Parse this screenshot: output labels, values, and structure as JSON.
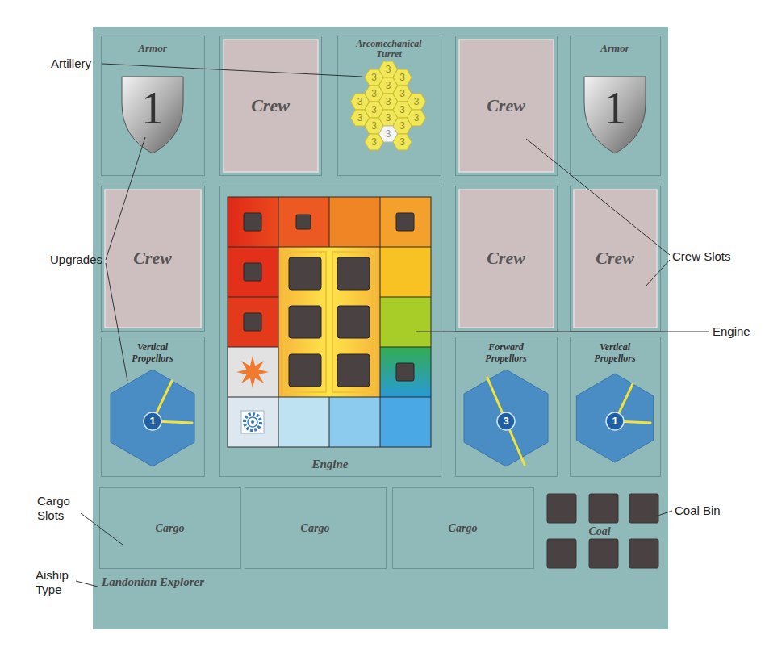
{
  "diagram": {
    "nodes": [
      {
        "text": [
          "Landonian Explorer"
        ]
      },
      {
        "text": [
          "Armor",
          "1"
        ],
        "in": 0
      },
      {
        "text": [
          "Crew"
        ],
        "in": 0
      },
      {
        "text": [
          "Arcomechanical Turret",
          "3",
          "3",
          "3",
          "3",
          "3",
          "3",
          "3",
          "3",
          "3",
          "3",
          "3",
          "3",
          "3",
          "3",
          "3",
          "3",
          "3",
          "3",
          "3"
        ],
        "in": 0
      },
      {
        "text": [
          "Crew"
        ],
        "in": 0
      },
      {
        "text": [
          "Armor",
          "1"
        ],
        "in": 0
      },
      {
        "text": [
          "Crew"
        ],
        "in": 0
      },
      {
        "text": [
          "Engine"
        ],
        "in": 0
      },
      {
        "text": [
          "Crew"
        ],
        "in": 0
      },
      {
        "text": [
          "Crew"
        ],
        "in": 0
      },
      {
        "text": [
          "Vertical Propellors",
          "1"
        ],
        "in": 0
      },
      {
        "text": [
          "Forward Propellors",
          "3"
        ],
        "in": 0
      },
      {
        "text": [
          "Vertical Propellors",
          "1"
        ],
        "in": 0
      },
      {
        "text": [
          "Cargo"
        ],
        "in": 0
      },
      {
        "text": [
          "Cargo"
        ],
        "in": 0
      },
      {
        "text": [
          "Cargo"
        ],
        "in": 0
      },
      {
        "text": [
          "Coal"
        ],
        "in": 0
      }
    ],
    "labels": [
      "Artillery",
      "Upgrades",
      "Crew Slots",
      "Engine",
      "Cargo Slots",
      "Coal Bin",
      "Aiship Type"
    ]
  }
}
